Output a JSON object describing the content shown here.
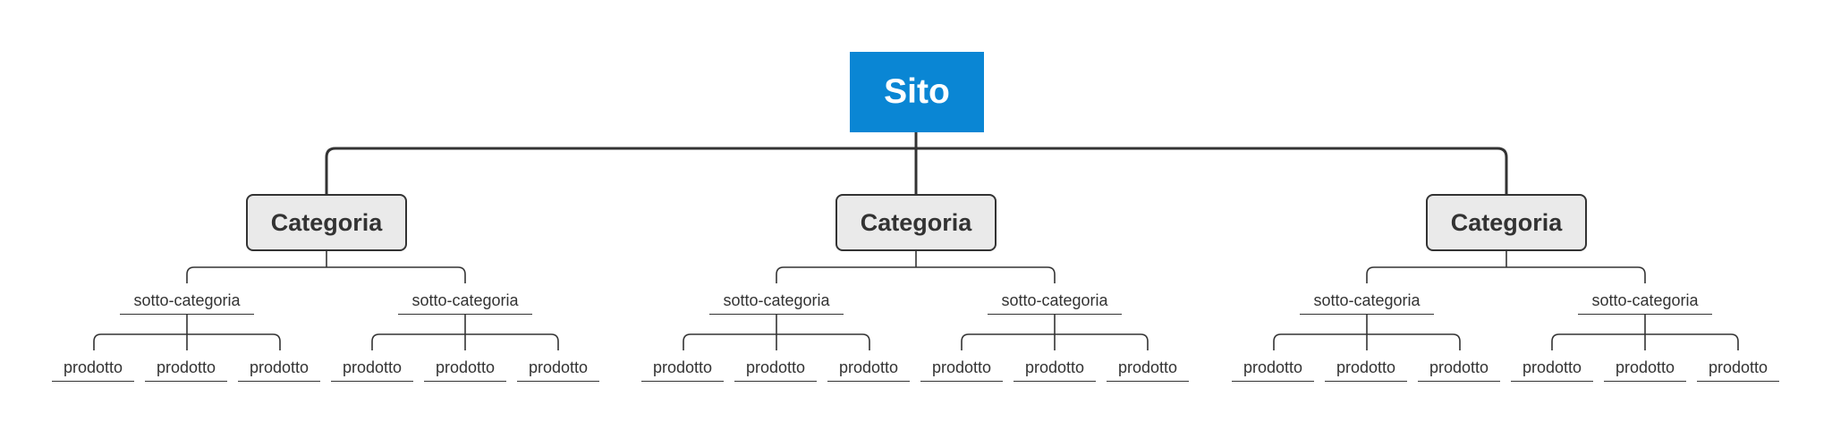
{
  "diagram": {
    "root": {
      "label": "Sito",
      "color": "#0a86d4"
    },
    "categories": [
      {
        "label": "Categoria",
        "subcategories": [
          {
            "label": "sotto-categoria",
            "products": [
              "prodotto",
              "prodotto",
              "prodotto"
            ]
          },
          {
            "label": "sotto-categoria",
            "products": [
              "prodotto",
              "prodotto",
              "prodotto"
            ]
          }
        ]
      },
      {
        "label": "Categoria",
        "subcategories": [
          {
            "label": "sotto-categoria",
            "products": [
              "prodotto",
              "prodotto",
              "prodotto"
            ]
          },
          {
            "label": "sotto-categoria",
            "products": [
              "prodotto",
              "prodotto",
              "prodotto"
            ]
          }
        ]
      },
      {
        "label": "Categoria",
        "subcategories": [
          {
            "label": "sotto-categoria",
            "products": [
              "prodotto",
              "prodotto",
              "prodotto"
            ]
          },
          {
            "label": "sotto-categoria",
            "products": [
              "prodotto",
              "prodotto",
              "prodotto"
            ]
          }
        ]
      }
    ]
  }
}
